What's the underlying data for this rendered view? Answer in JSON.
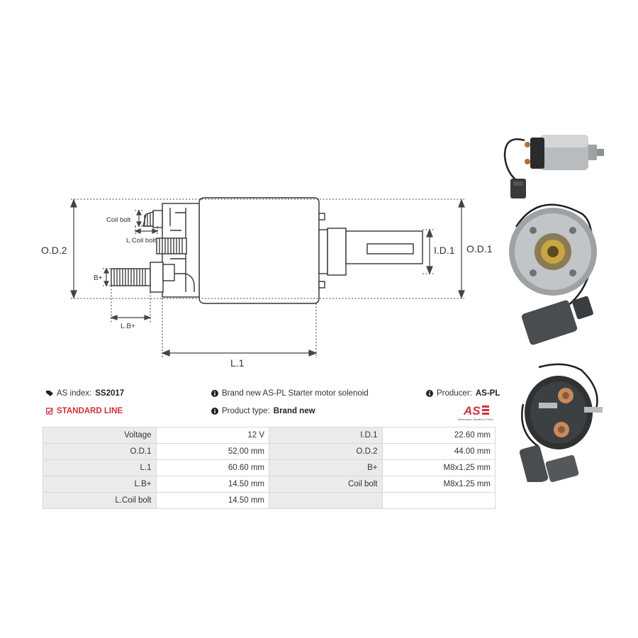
{
  "diagram": {
    "labels": {
      "od2": "O.D.2",
      "od1": "O.D.1",
      "id1": "I.D.1",
      "l1": "L.1",
      "lb": "L.B+",
      "coil_bolt": "Coil bolt",
      "l_coil_bolt": "L.Coil bolt",
      "b_plus": "B+"
    }
  },
  "info": {
    "as_index_label": "AS index:",
    "as_index_value": "SS2017",
    "line": "STANDARD LINE",
    "description": "Brand new AS-PL Starter motor solenoid",
    "product_type_label": "Product type:",
    "product_type_value": "Brand new",
    "producer_label": "Producer:",
    "producer_value": "AS-PL",
    "logo_text": "AS",
    "logo_subtext": "Alternators, Starters & Parts",
    "accent": "#d0303a"
  },
  "specs": [
    [
      {
        "k": "Voltage",
        "v": "12 V"
      },
      {
        "k": "I.D.1",
        "v": "22.60 mm"
      }
    ],
    [
      {
        "k": "O.D.1",
        "v": "52.00 mm"
      },
      {
        "k": "O.D.2",
        "v": "44.00 mm"
      }
    ],
    [
      {
        "k": "L.1",
        "v": "60.60 mm"
      },
      {
        "k": "B+",
        "v": "M8x1.25 mm"
      }
    ],
    [
      {
        "k": "L.B+",
        "v": "14.50 mm"
      },
      {
        "k": "Coil bolt",
        "v": "M8x1.25 mm"
      }
    ],
    [
      {
        "k": "L.Coil bolt",
        "v": "14.50 mm"
      },
      {
        "k": "",
        "v": ""
      }
    ]
  ]
}
